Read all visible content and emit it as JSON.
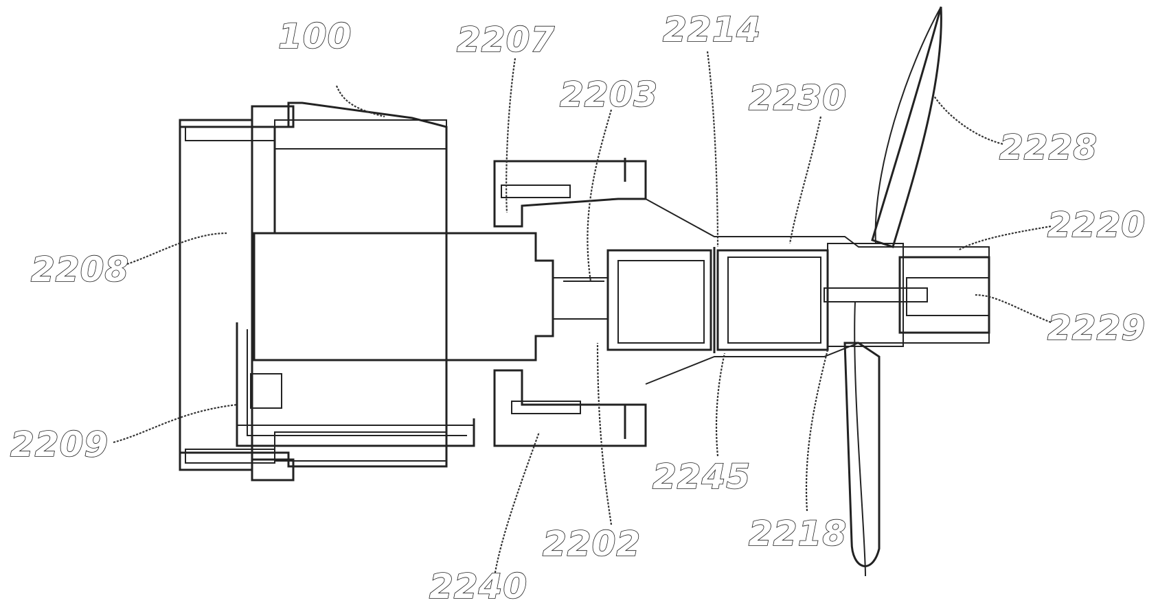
{
  "figure": {
    "labels": {
      "l100": "100",
      "l2207": "2207",
      "l2214": "2214",
      "l2203": "2203",
      "l2230": "2230",
      "l2228": "2228",
      "l2220": "2220",
      "l2208": "2208",
      "l2229": "2229",
      "l2209": "2209",
      "l2245": "2245",
      "l2218": "2218",
      "l2202": "2202",
      "l2240": "2240"
    }
  }
}
